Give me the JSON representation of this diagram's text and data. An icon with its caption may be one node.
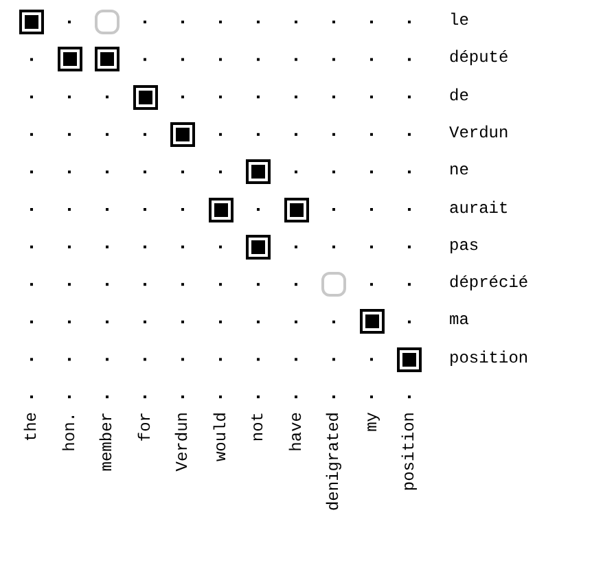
{
  "diagram": {
    "nodes": [
      {
        "text": [],
        "shape": "block"
      },
      {
        "text": [],
        "shape": "box"
      },
      {
        "text": [],
        "shape": "block"
      },
      {
        "text": [],
        "shape": "block"
      },
      {
        "text": [],
        "shape": "block"
      },
      {
        "text": [],
        "shape": "block"
      },
      {
        "text": [],
        "shape": "block"
      },
      {
        "text": [],
        "shape": "block"
      },
      {
        "text": [],
        "shape": "block"
      },
      {
        "text": [],
        "shape": "block"
      },
      {
        "text": [],
        "shape": "box"
      },
      {
        "text": [],
        "shape": "block"
      },
      {
        "text": [],
        "shape": "block"
      }
    ],
    "labels": [
      "le",
      "député",
      "de",
      "Verdun",
      "ne",
      "aurait",
      "pas",
      "déprécié",
      "ma",
      "position",
      "the",
      "hon.",
      "member",
      "for",
      "Verdun",
      "would",
      "not",
      "have",
      "denigrated",
      "my",
      "position"
    ]
  }
}
